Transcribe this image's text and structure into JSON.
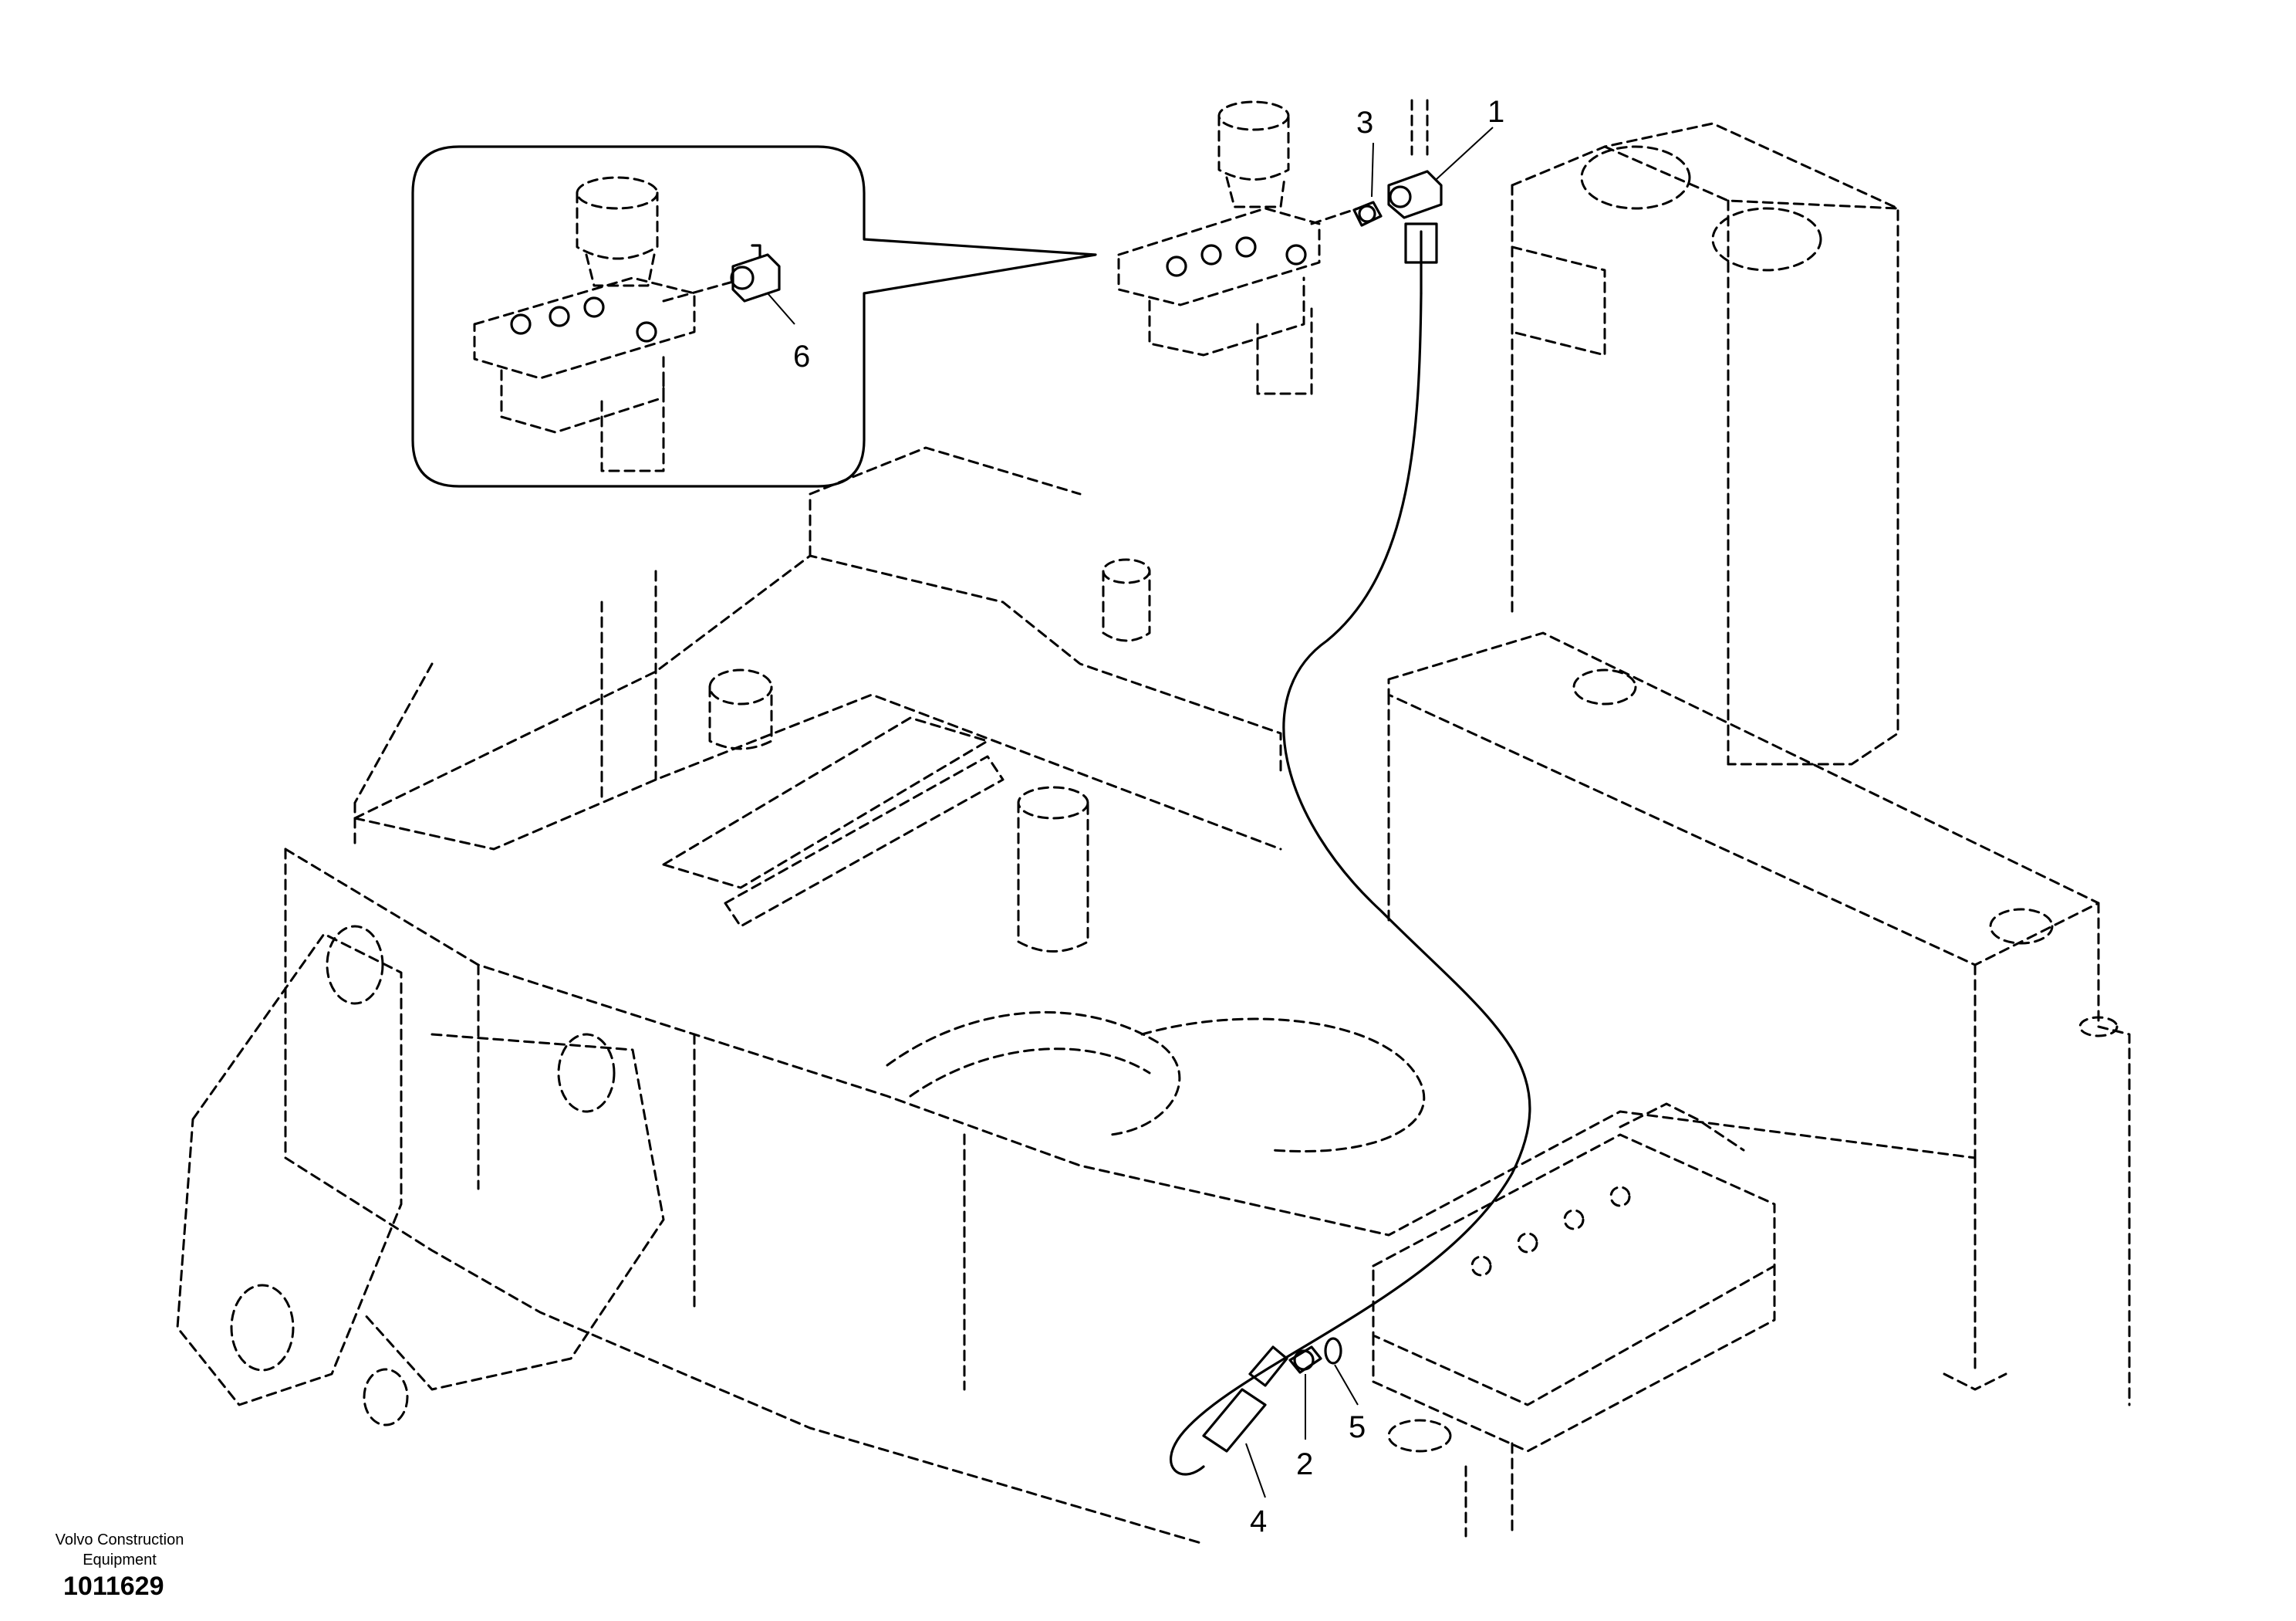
{
  "publisher": {
    "line1": "Volvo Construction",
    "line2": "Equipment"
  },
  "drawing_number": "1011629",
  "callouts": [
    "1",
    "2",
    "3",
    "4",
    "5",
    "6"
  ]
}
